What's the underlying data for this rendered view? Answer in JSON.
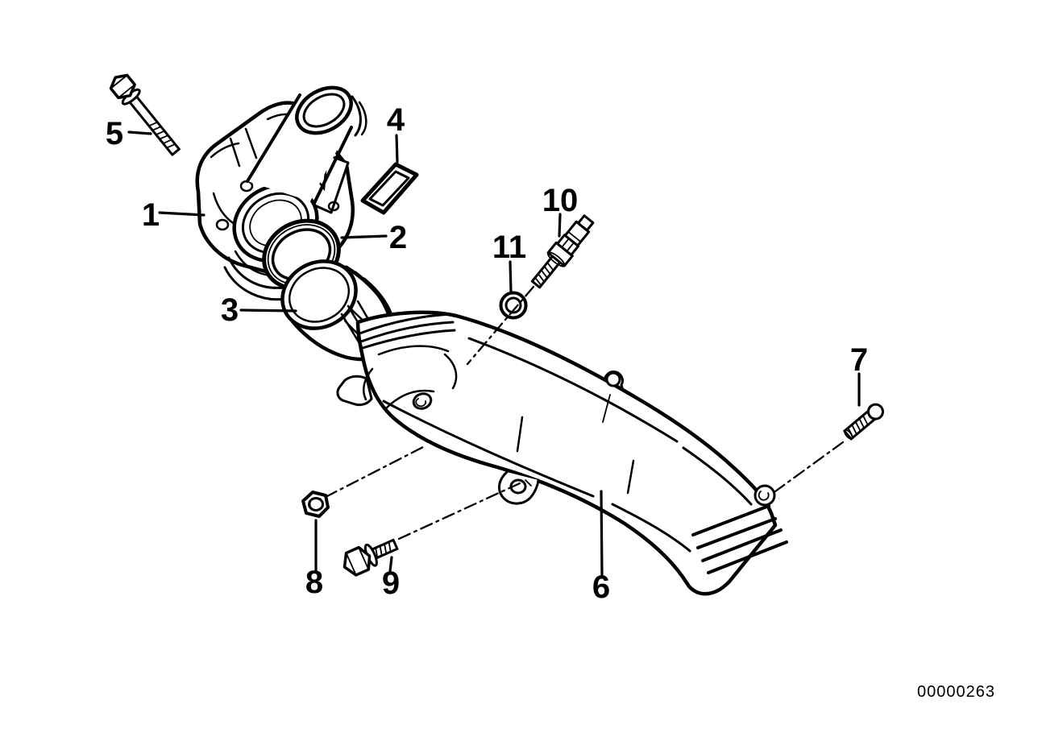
{
  "figure": {
    "drawing_number": "00000263",
    "callouts": [
      {
        "num": "1",
        "part": "thermostat-housing"
      },
      {
        "num": "2",
        "part": "o-ring"
      },
      {
        "num": "3",
        "part": "thermostat"
      },
      {
        "num": "4",
        "part": "gasket"
      },
      {
        "num": "5",
        "part": "hex-bolt-long"
      },
      {
        "num": "6",
        "part": "coolant-pipe"
      },
      {
        "num": "7",
        "part": "threaded-stud"
      },
      {
        "num": "8",
        "part": "hex-nut"
      },
      {
        "num": "9",
        "part": "hex-bolt-short"
      },
      {
        "num": "10",
        "part": "temperature-sensor"
      },
      {
        "num": "11",
        "part": "sealing-ring"
      }
    ]
  }
}
